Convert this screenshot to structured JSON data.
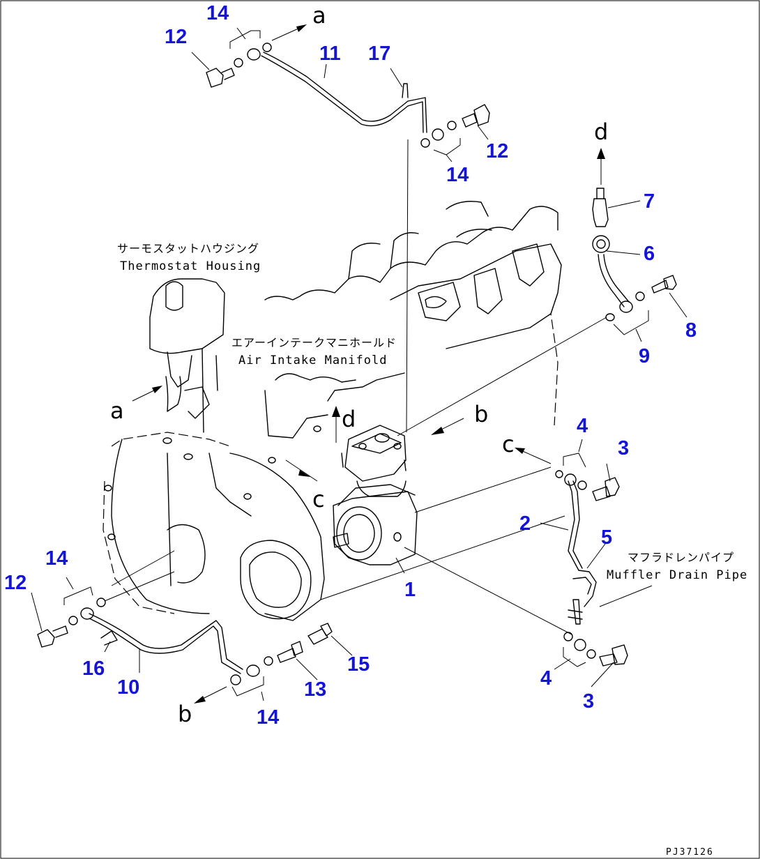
{
  "labels": {
    "thermostat_jp": "サーモスタットハウジング",
    "thermostat_en": "Thermostat Housing",
    "intake_jp": "エアーインテークマニホールド",
    "intake_en": "Air Intake Manifold",
    "muffler_jp": "マフラドレンパイプ",
    "muffler_en": "Muffler Drain Pipe"
  },
  "connection_letters": {
    "a": "a",
    "b": "b",
    "c": "c",
    "d": "d"
  },
  "part_numbers": {
    "p1": "1",
    "p2": "2",
    "p3": "3",
    "p4": "4",
    "p5": "5",
    "p6": "6",
    "p7": "7",
    "p8": "8",
    "p9": "9",
    "p10": "10",
    "p11": "11",
    "p12": "12",
    "p13": "13",
    "p14": "14",
    "p15": "15",
    "p16": "16",
    "p17": "17"
  },
  "drawing_code": "PJ37126",
  "colors": {
    "callout": "#1414d8",
    "line": "#000000",
    "background": "#ffffff"
  }
}
